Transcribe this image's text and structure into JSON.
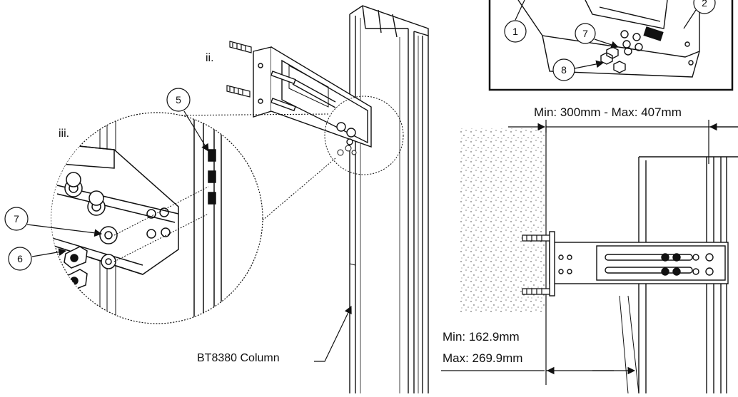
{
  "labels": {
    "column": "BT8380 Column",
    "step_ii": "ii.",
    "step_iii": "iii.",
    "dim_top": "Min: 300mm - Max: 407mm",
    "dim_min": "Min: 162.9mm",
    "dim_max": "Max: 269.9mm"
  },
  "callouts": {
    "c1": "1",
    "c2": "2",
    "c5": "5",
    "c6": "6",
    "c7_detail": "7",
    "c7_inset": "7",
    "c8": "8"
  }
}
